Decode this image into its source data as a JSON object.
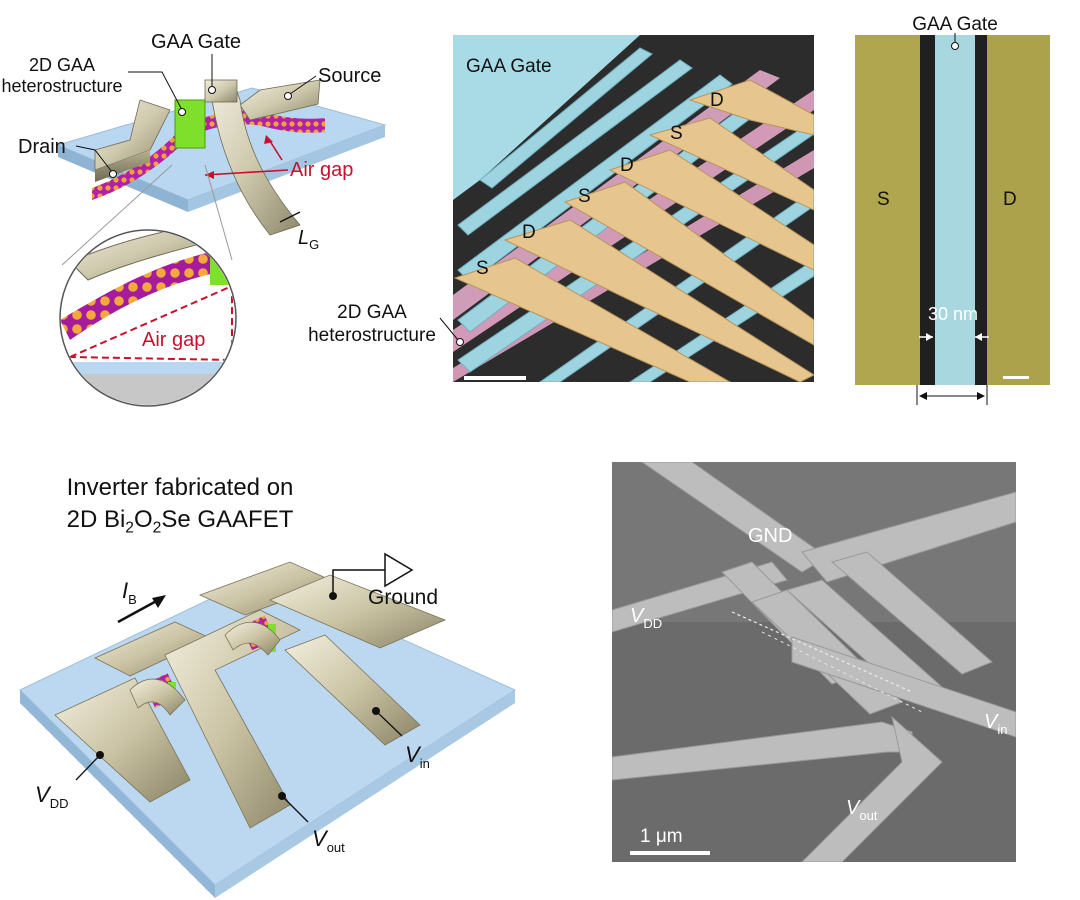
{
  "device_3d": {
    "gate": "GAA Gate",
    "hetero_line1": "2D GAA",
    "hetero_line2": "heterostructure",
    "source": "Source",
    "drain": "Drain",
    "air_gap": "Air gap",
    "lg_main": "L",
    "lg_sub": "G",
    "inset_air_gap": "Air gap"
  },
  "sem_array": {
    "gate": "GAA Gate",
    "hetero_line1": "2D GAA",
    "hetero_line2": "heterostructure",
    "s": "S",
    "d": "D"
  },
  "sem_zoom": {
    "gate": "GAA Gate",
    "s": "S",
    "d": "D",
    "gap": "30 nm"
  },
  "inverter_3d": {
    "title_line1": "Inverter fabricated on",
    "title_line2_pre": "2D Bi",
    "title_sub1": "2",
    "title_mid1": "O",
    "title_sub2": "2",
    "title_post": "Se GAAFET",
    "ib_main": "I",
    "ib_sub": "B",
    "ground": "Ground",
    "vdd_main": "V",
    "vdd_sub": "DD",
    "vin_main": "V",
    "vin_sub": "in",
    "vout_main": "V",
    "vout_sub": "out"
  },
  "sem_inverter": {
    "gnd": "GND",
    "vdd_main": "V",
    "vdd_sub": "DD",
    "vin_main": "V",
    "vin_sub": "in",
    "vout_main": "V",
    "vout_sub": "out",
    "scale": "1 μm"
  }
}
